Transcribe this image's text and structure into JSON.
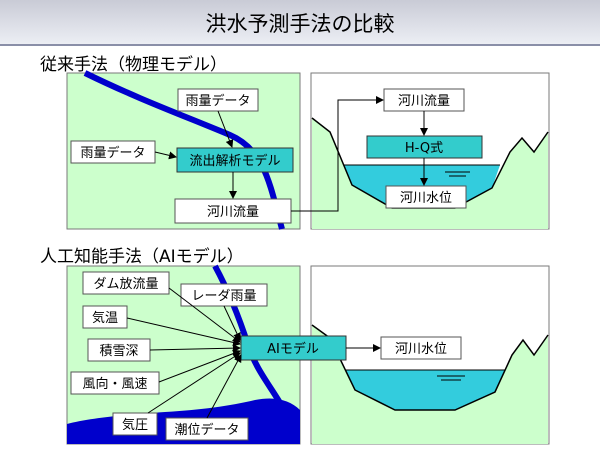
{
  "title": "洪水予測手法の比較",
  "sections": {
    "traditional": {
      "heading": "従来手法（物理モデル）",
      "rainfall_top": "雨量データ",
      "rainfall_left": "雨量データ",
      "runoff_model": "流出解析モデル",
      "river_flow": "河川流量",
      "right_flow": "河川流量",
      "hq_formula": "H-Q式",
      "water_level": "河川水位"
    },
    "ai": {
      "heading": "人工知能手法（AIモデル）",
      "dam_discharge": "ダム放流量",
      "radar_rainfall": "レーダ雨量",
      "temperature": "気温",
      "snow_depth": "積雪深",
      "wind": "風向・風速",
      "pressure": "気圧",
      "tide": "潮位データ",
      "ai_model": "AIモデル",
      "water_level": "河川水位"
    }
  },
  "colors": {
    "land": "#ccffcc",
    "river": "#0000cc",
    "water": "#33ccdd",
    "model_box": "#33cccc"
  }
}
